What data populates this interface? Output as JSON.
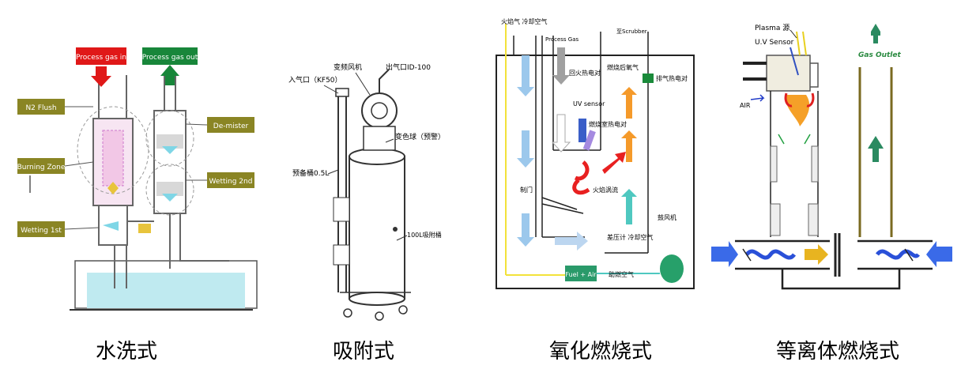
{
  "panels": [
    {
      "caption": "水洗式",
      "labels": {
        "gas_in": "Process gas in",
        "gas_out": "Process gas out",
        "n2": "N2 Flush",
        "burning": "Burning Zone",
        "demister": "De-mister",
        "wetting2": "Wetting 2nd",
        "wetting1": "Wetting 1st"
      }
    },
    {
      "caption": "吸附式",
      "labels": {
        "fan": "变频风机",
        "outlet": "出气口ID-100",
        "inlet": "入气口（KF50）",
        "ball": "变色球（预警）",
        "drum": "100L吸附桶",
        "tank": "预备桶0.5L"
      }
    },
    {
      "caption": "氧化燃烧式",
      "labels": {
        "air": "火焰气  冷却空气",
        "process_gas": "Process Gas",
        "scrubber": "至Scrubber",
        "thermo1": "回火热电对",
        "afterburn": "燃烧后氧气",
        "thermo2": "排气热电对",
        "uv": "UV sensor",
        "thermo3": "燃烧室热电对",
        "check_valve": "制门",
        "vortex": "火焰涡流",
        "pressure": "差压计  冷却空气",
        "blower": "鼓风机",
        "fuel": "Fuel + Air",
        "assist": "助燃空气"
      }
    },
    {
      "caption": "等离体燃烧式",
      "labels": {
        "plasma": "Plasma 源",
        "uv": "U.V Sensor",
        "air": "AIR",
        "outlet": "Gas Outlet"
      }
    }
  ]
}
